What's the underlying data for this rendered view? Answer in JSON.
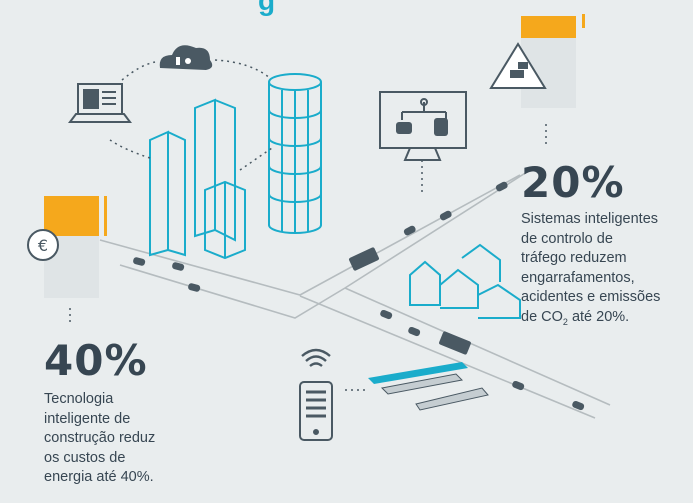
{
  "title_fragment": "g",
  "stat_left": {
    "value": "40%",
    "lines": [
      "Tecnologia",
      "inteligente de",
      "construção reduz",
      "os custos de",
      "energia até 40%."
    ]
  },
  "stat_right": {
    "value": "20%",
    "lines": [
      "Sistemas inteligentes",
      "de controlo de",
      "tráfego reduzem",
      "engarrafamentos,",
      "acidentes e emissões"
    ],
    "last_prefix": "de CO",
    "last_sub": "2",
    "last_suffix": " até 20%."
  },
  "colors": {
    "accent": "#f5a81c",
    "cyan": "#1aaccb",
    "text": "#374652",
    "background": "#e9edee"
  },
  "icons": [
    "cloud-icon",
    "laptop-icon",
    "traffic-warning-icon",
    "euro-coin-icon",
    "monitor-icon",
    "wifi-icon",
    "smartphone-icon",
    "train-icon",
    "bus-icon",
    "car-icon",
    "skyscraper-icon",
    "house-icon"
  ]
}
